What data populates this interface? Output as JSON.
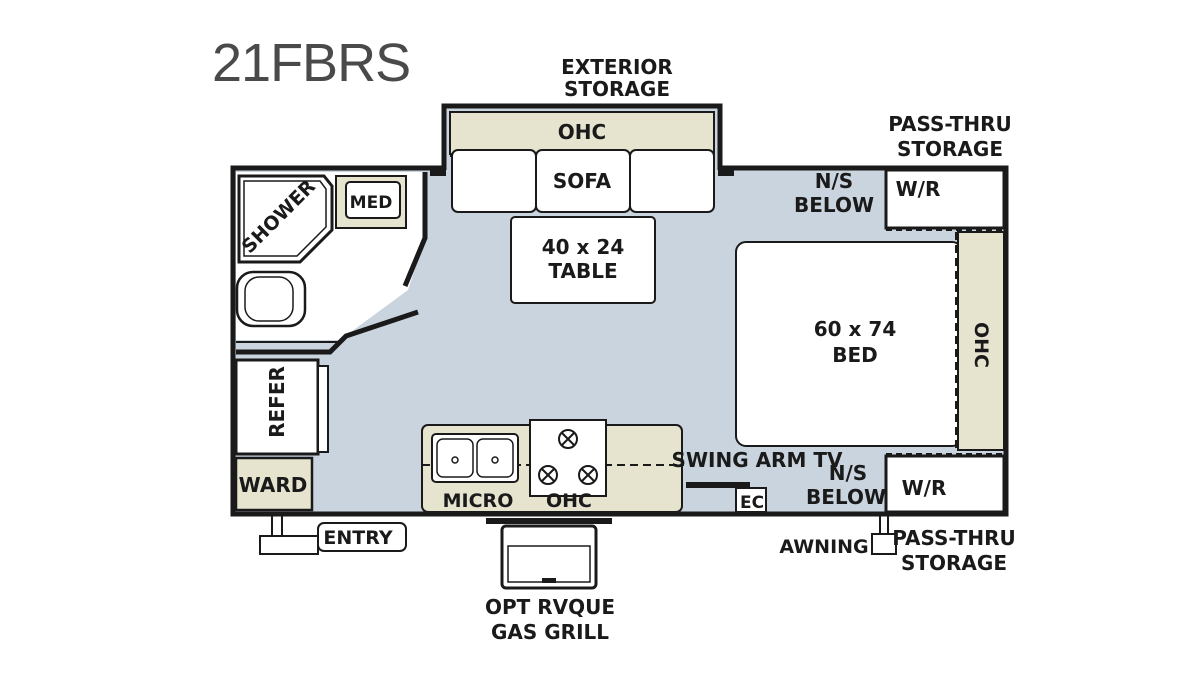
{
  "model": "21FBRS",
  "labels": {
    "exterior_storage_1": "EXTERIOR",
    "exterior_storage_2": "STORAGE",
    "ohc_top": "OHC",
    "sofa": "SOFA",
    "table_1": "40 x 24",
    "table_2": "TABLE",
    "pass_thru_top_1": "PASS-THRU",
    "pass_thru_top_2": "STORAGE",
    "wr_top": "W/R",
    "ns_below_top_1": "N/S",
    "ns_below_top_2": "BELOW",
    "shower": "SHOWER",
    "med": "MED",
    "bed_1": "60 x 74",
    "bed_2": "BED",
    "ohc_right": "OHC",
    "refer": "REFER",
    "ward": "WARD",
    "micro": "MICRO",
    "ohc_kitchen": "OHC",
    "swing_arm_tv": "SWING ARM TV",
    "ec": "EC",
    "ns_below_bottom_1": "N/S",
    "ns_below_bottom_2": "BELOW",
    "wr_bottom": "W/R",
    "entry": "ENTRY",
    "awning": "AWNING",
    "pass_thru_bottom_1": "PASS-THRU",
    "pass_thru_bottom_2": "STORAGE",
    "grill_1": "OPT RVQUE",
    "grill_2": "GAS GRILL"
  },
  "colors": {
    "floor": "#c9d4df",
    "wall": "#1a1a1a",
    "cabinet": "#e6e3cf",
    "title": "#4a4a4a"
  }
}
